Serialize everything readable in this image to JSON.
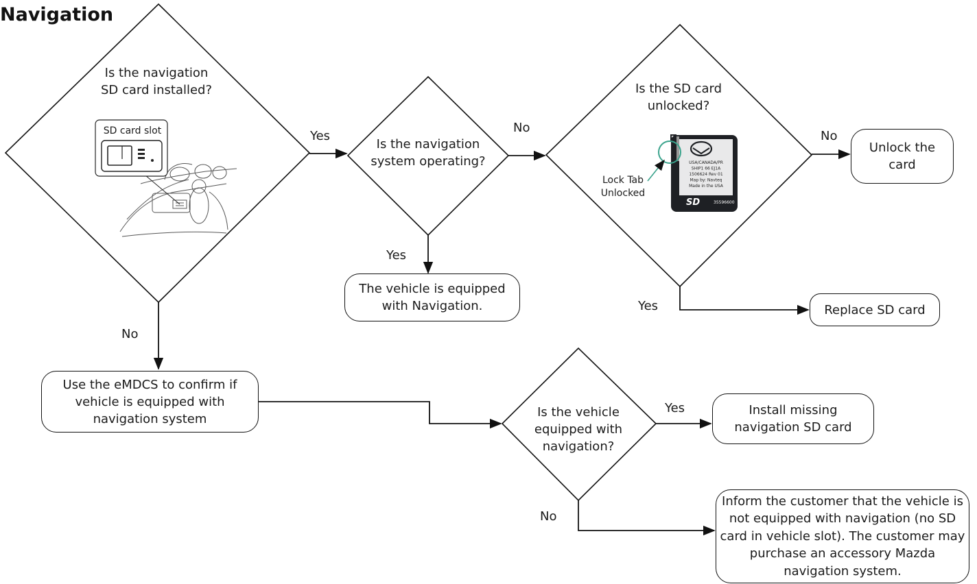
{
  "title": "Navigation",
  "nodes": {
    "q_sd_installed": "Is the navigation SD card installed?",
    "q_sys_operating": "Is the navigation system operating?",
    "q_sd_unlocked": "Is the SD card unlocked?",
    "q_equipped": "Is the vehicle equipped with navigation?",
    "box_unlock": "Unlock the card",
    "box_equipped_ok": "The vehicle is equipped with Navigation.",
    "box_replace": "Replace SD card",
    "box_emdcs": "Use the eMDCS to confirm if vehicle is equipped with navigation system",
    "box_install": "Install missing navigation SD card",
    "box_inform": "Inform the customer that the vehicle is not equipped with navigation (no SD card in vehicle slot). The customer may purchase an accessory Mazda navigation system."
  },
  "edge_labels": {
    "yes_1": "Yes",
    "no_1": "No",
    "no_2": "No",
    "yes_2": "Yes",
    "yes_3": "Yes",
    "no_3": "No",
    "yes_4": "Yes",
    "no_4": "No"
  },
  "illustrations": {
    "sd_slot_label": "SD card slot",
    "lock_tab_label": "Lock Tab Unlocked",
    "sd_card_lines": [
      "USA/CANADA/PR",
      "SHIP1 66 EJ1A",
      "1506624 Rev 01",
      "Map by: Navteq",
      "Made in the USA",
      "35596600"
    ],
    "sd_logo": "SD"
  },
  "colors": {
    "line": "#111111",
    "card": "#1e2024",
    "lock_tab_circle": "#3aa38c"
  }
}
